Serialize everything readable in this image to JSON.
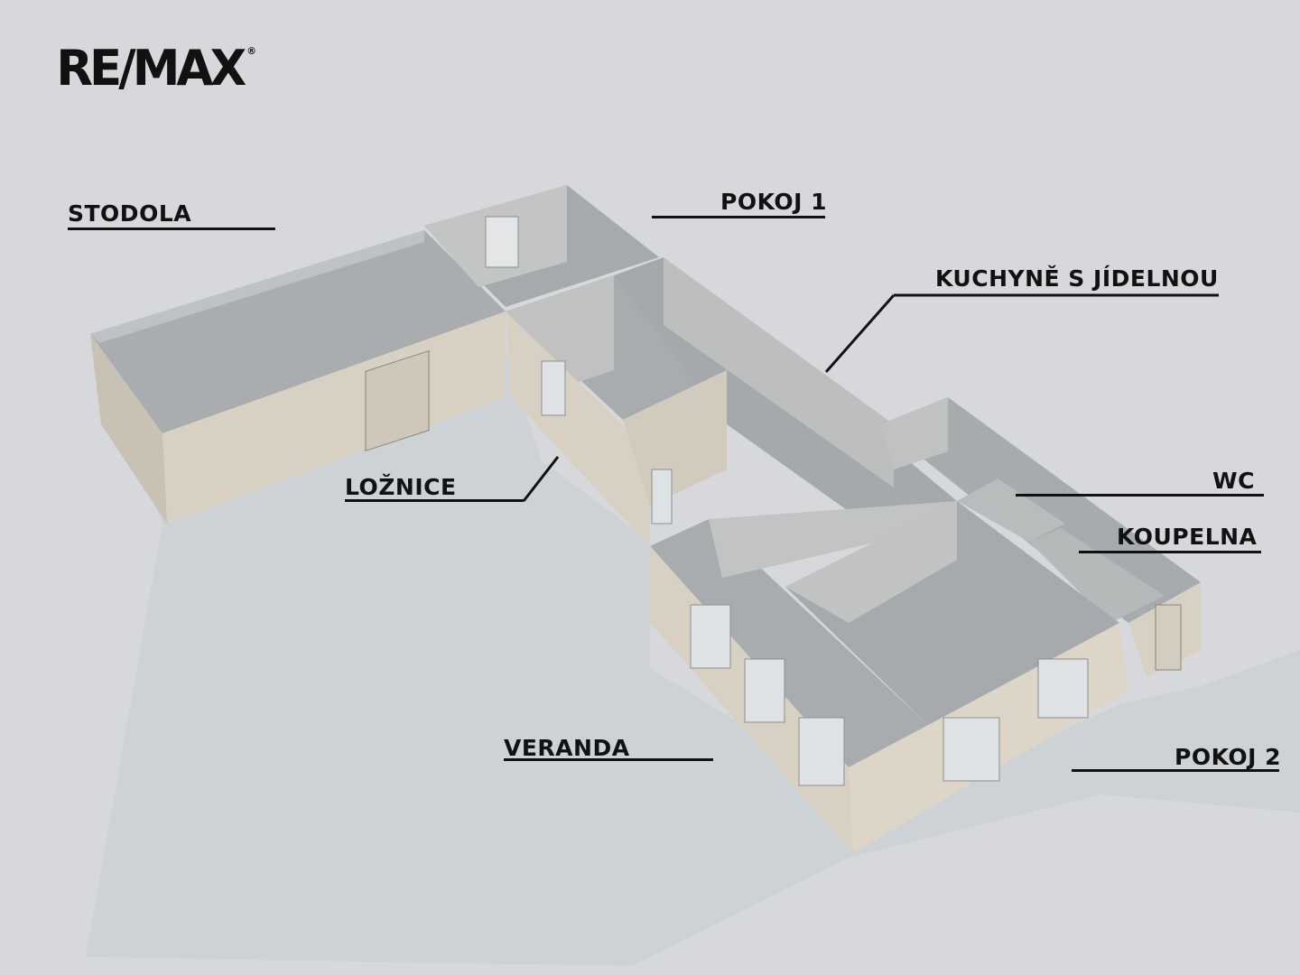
{
  "logo": "RE/MAX",
  "labels": {
    "stodola": "STODOLA",
    "pokoj1": "POKOJ 1",
    "kuchyne": "KUCHYNĚ S JÍDELNOU",
    "loznice": "LOŽNICE",
    "wc": "WC",
    "koupelna": "KOUPELNA",
    "veranda": "VERANDA",
    "pokoj2": "POKOJ 2"
  },
  "colors": {
    "background": "#d6d8db",
    "wall_outer": "#d9d2c4",
    "wall_inner": "#bdc0c0",
    "floor": "#a9adb0",
    "text": "#111111"
  }
}
